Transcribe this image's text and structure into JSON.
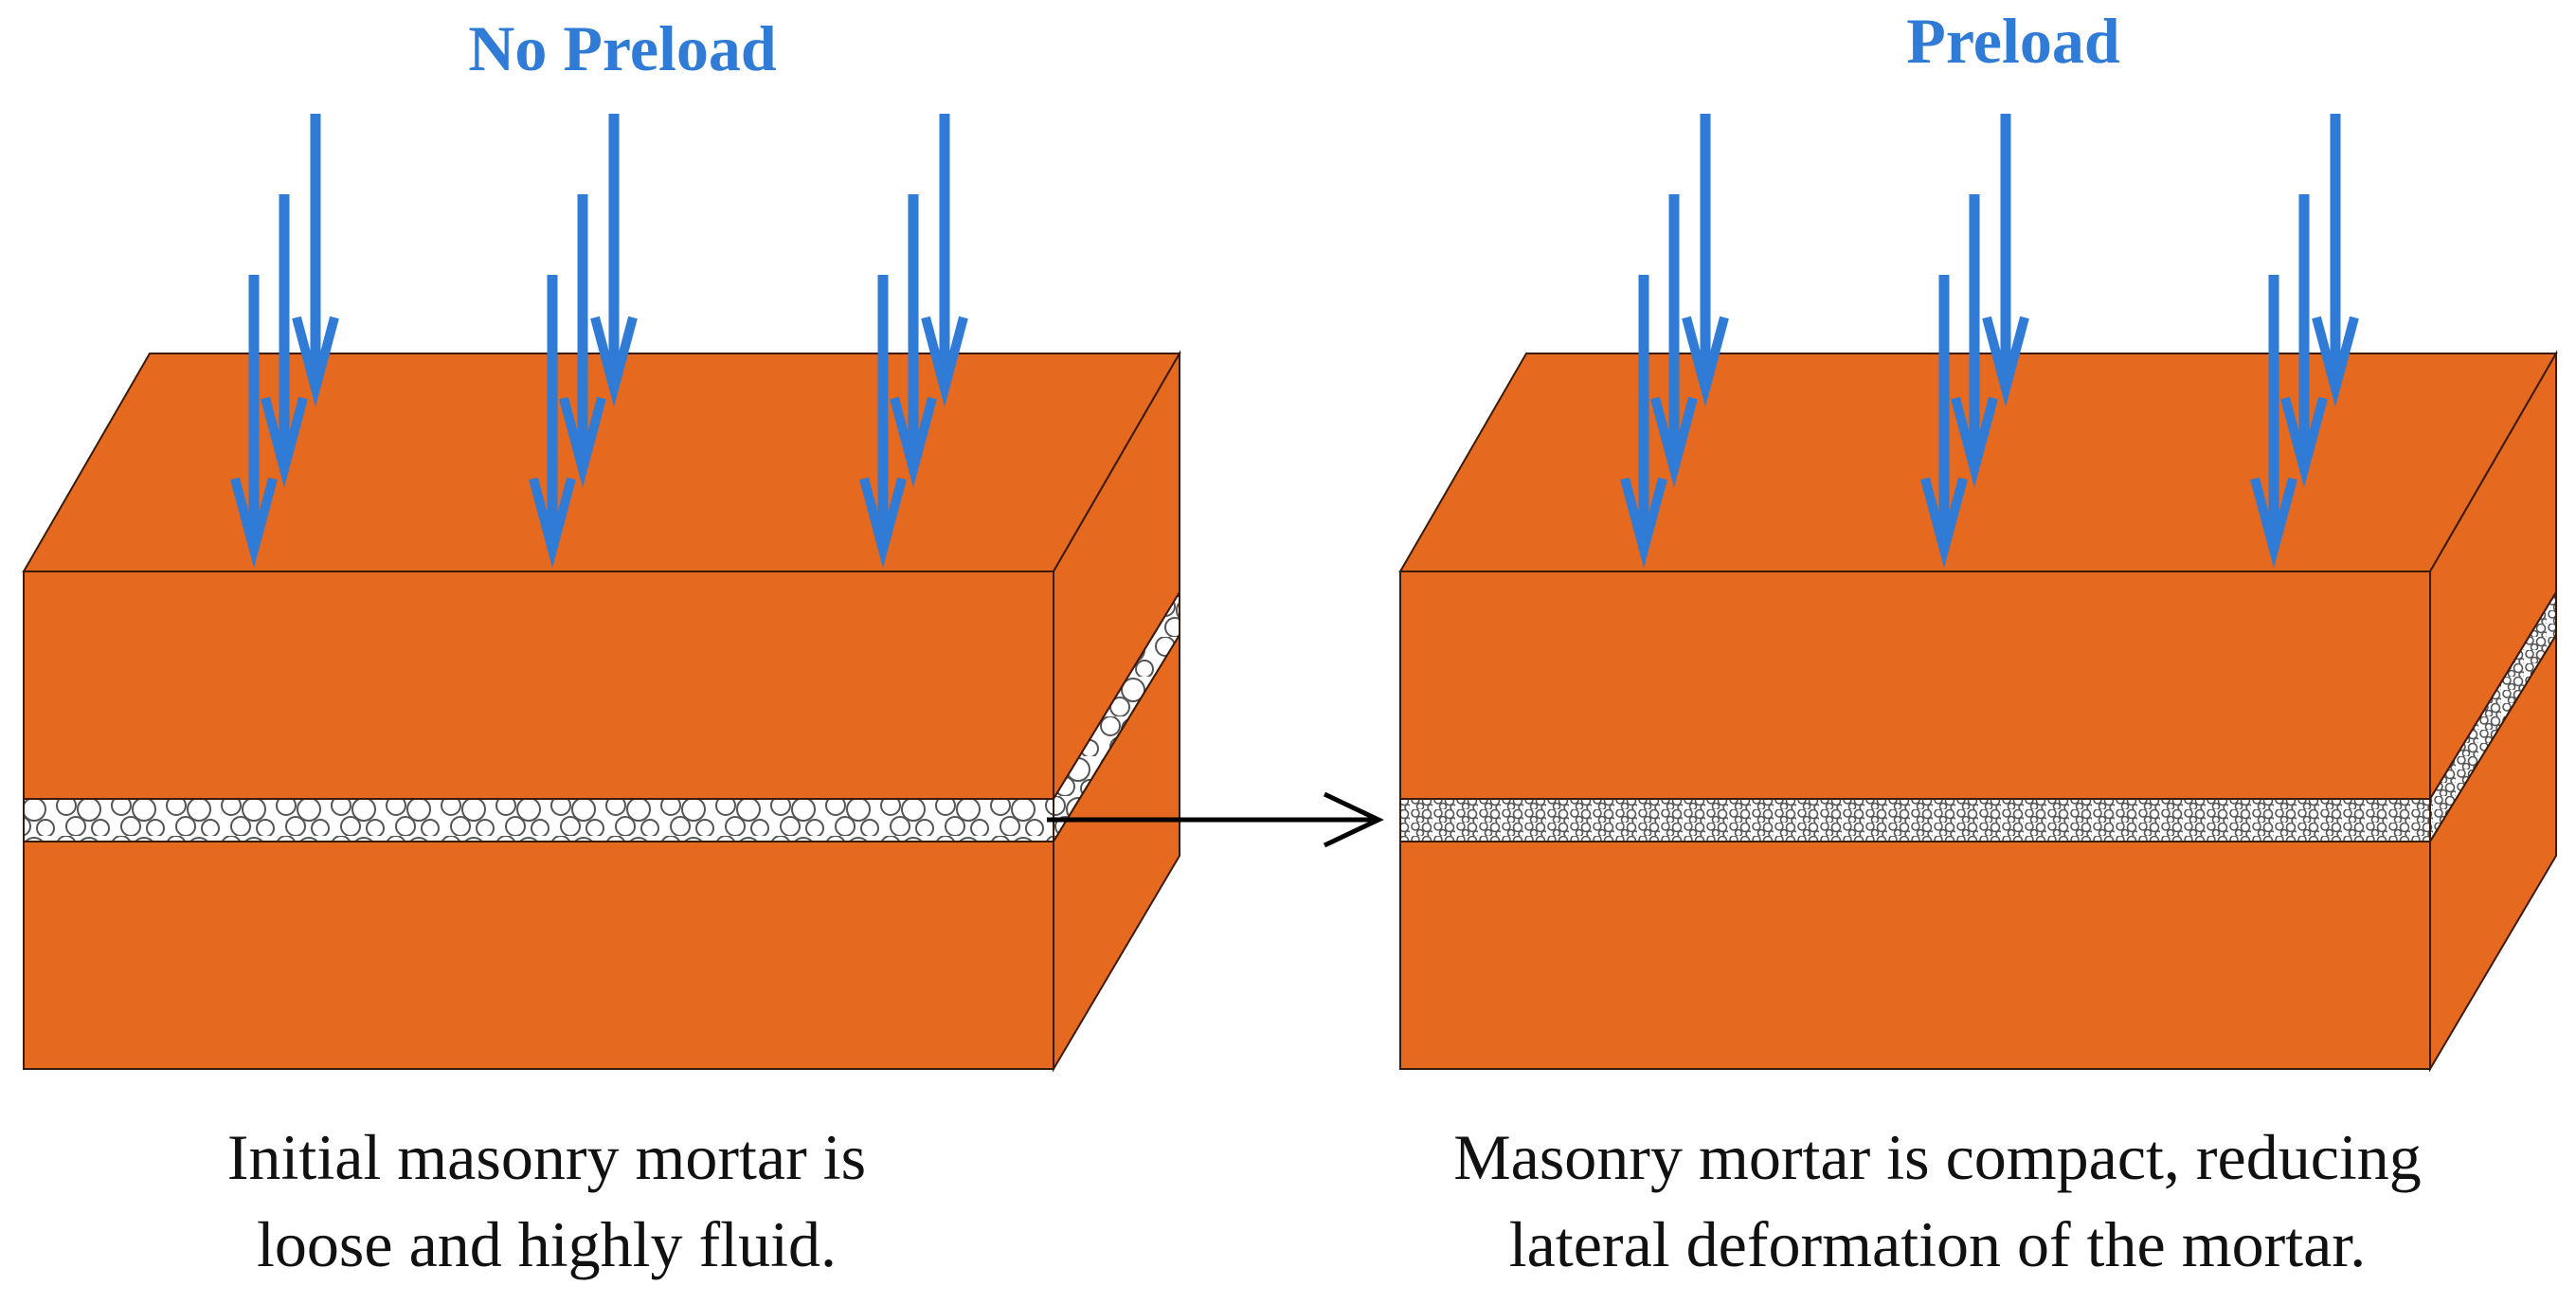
{
  "left_panel": {
    "title": "No Preload",
    "caption_line1": "Initial masonry mortar is",
    "caption_line2": "loose and highly fluid."
  },
  "right_panel": {
    "title": "Preload",
    "caption_line1": "Masonry mortar is compact, reducing",
    "caption_line2": "lateral deformation of the mortar."
  },
  "colors": {
    "brick": "#e5691e",
    "arrow": "#2f7bd6",
    "mortar_bg": "#ffffff",
    "outline": "#3a1a08"
  }
}
